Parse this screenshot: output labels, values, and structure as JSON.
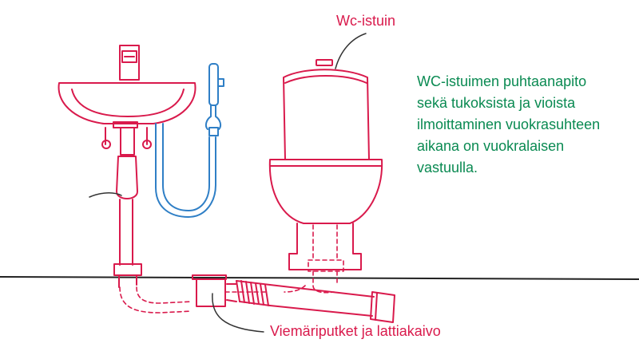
{
  "labels": {
    "toilet": "Wc-istuin",
    "drains": "Viemäriputket ja lattiakaivo"
  },
  "description_lines": [
    "WC-istuimen puhtaanapito",
    "sekä tukoksista ja vioista",
    "ilmoittaminen vuokrasuhteen",
    "aikana on vuokralaisen",
    "vastuulla."
  ],
  "colors": {
    "red": "#d91a4c",
    "blue": "#2f7fc6",
    "green": "#0a8a52",
    "dark": "#333333"
  }
}
